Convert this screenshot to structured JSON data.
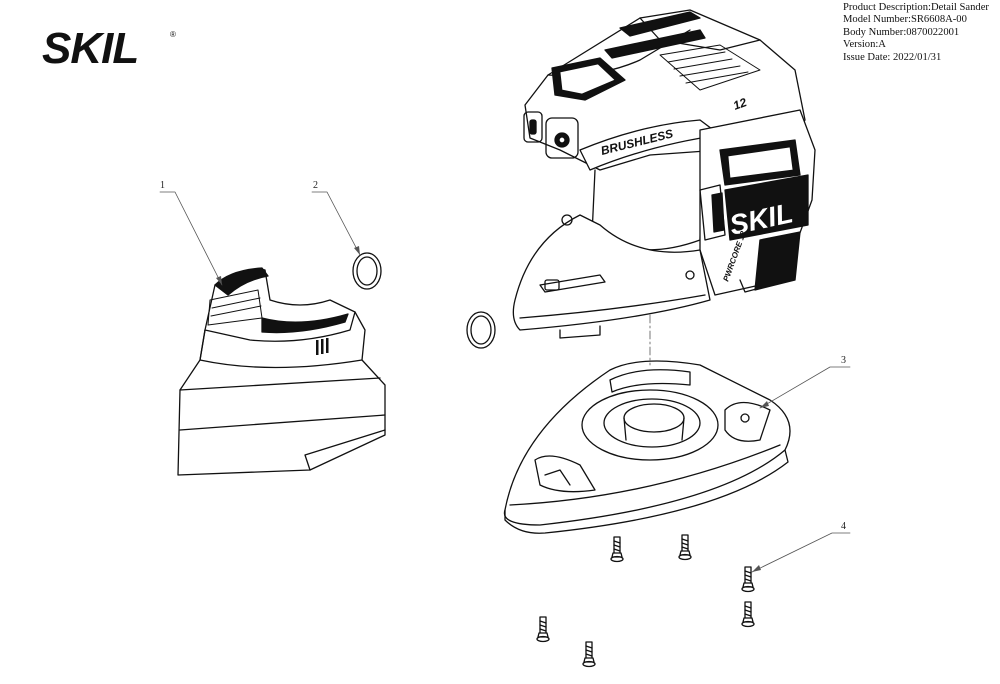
{
  "brand": {
    "logo_text": "SKIL",
    "registered": "®"
  },
  "info": {
    "product_description": "Product Description:Detail Sander",
    "model_number": "Model Number:SR6608A-00",
    "body_number": "Body Number:0870022001",
    "version": "Version:A",
    "issue_date": "Issue Date: 2022/01/31"
  },
  "tool_markings": {
    "brushless_top": "BRUSHLESS",
    "voltage": "12",
    "brand_side": "SKIL",
    "series": "PWRCORE 12"
  },
  "callouts": [
    {
      "number": "1"
    },
    {
      "number": "2"
    },
    {
      "number": "3"
    },
    {
      "number": "4"
    }
  ],
  "colors": {
    "line": "#111111",
    "background": "#ffffff",
    "leader": "#555555"
  }
}
